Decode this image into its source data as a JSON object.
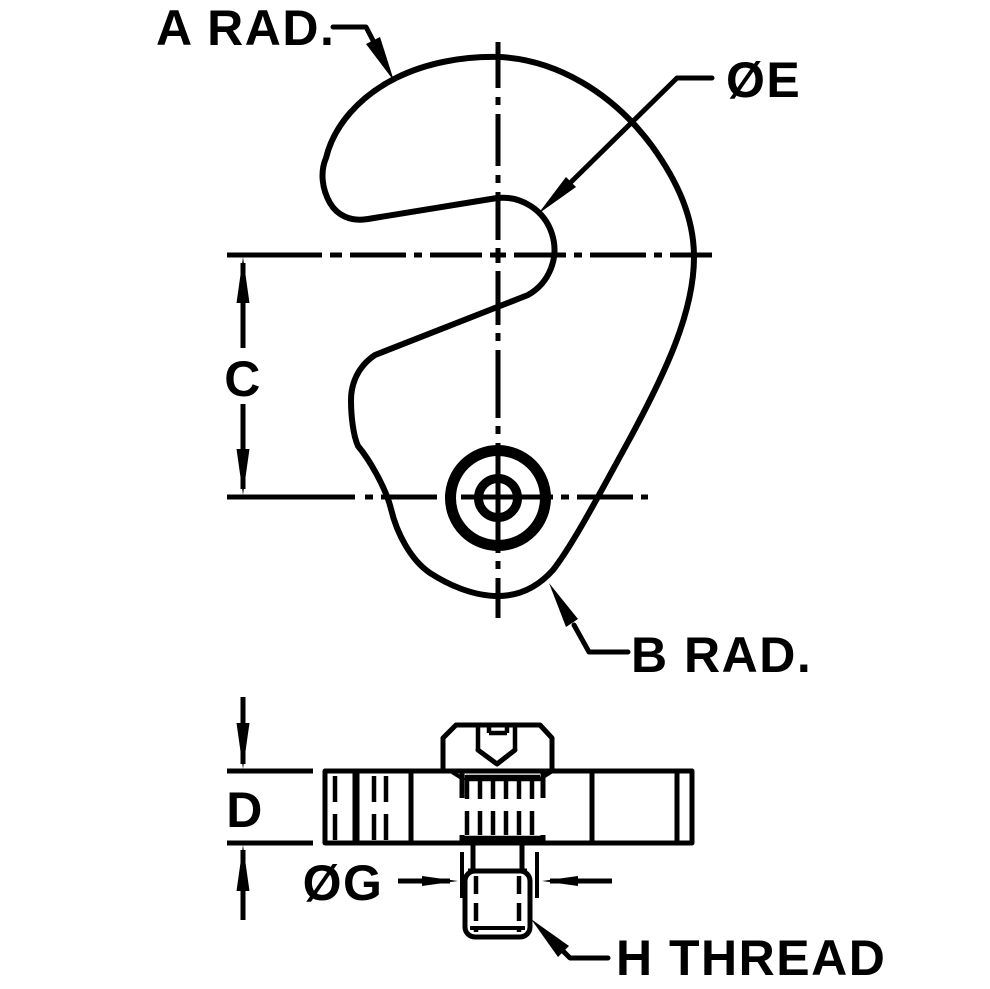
{
  "drawing": {
    "background_color": "#ffffff",
    "line_color": "#000000",
    "labels": {
      "a_radius": "A RAD.",
      "diameter_e": "ØE",
      "dim_c": "C",
      "b_radius": "B RAD.",
      "dim_d": "D",
      "diameter_g": "ØG",
      "h_thread": "H THREAD"
    }
  }
}
